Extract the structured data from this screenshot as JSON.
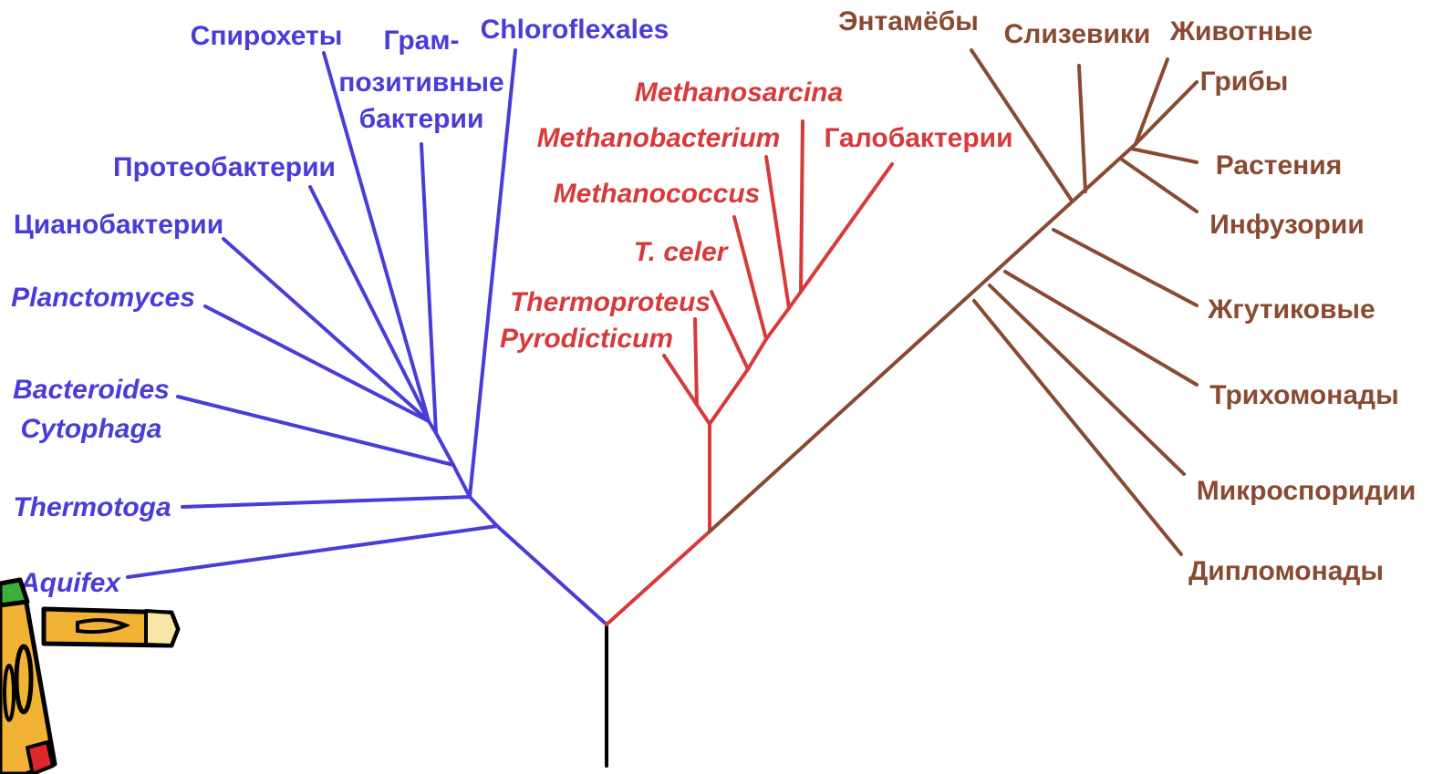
{
  "colors": {
    "bacteria": "#4a3cd8",
    "archaea": "#d83a3a",
    "eukaryota": "#8a4a32",
    "root": "#000000"
  },
  "bacteria": {
    "spirochetes": "Спирохеты",
    "gram_positive_1": "Грам-",
    "gram_positive_2": "позитивные",
    "gram_positive_3": "бактерии",
    "chloroflexales": "Chloroflexales",
    "proteobacteria": "Протеобактерии",
    "cyanobacteria": "Цианобактерии",
    "planctomyces": "Planctomyces",
    "bacteroides": "Bacteroides",
    "cytophaga": "Cytophaga",
    "thermotoga": "Thermotoga",
    "aquifex": "Aquifex"
  },
  "archaea": {
    "methanosarcina": "Methanosarcina",
    "methanobacterium": "Methanobacterium",
    "halobacteria": "Галобактерии",
    "methanococcus": "Methanococcus",
    "t_celer": "T. celer",
    "thermoproteus": "Thermoproteus",
    "pyrodicticum": "Pyrodicticum"
  },
  "eukaryota": {
    "entamoebae": "Энтамёбы",
    "slime_molds": "Слизевики",
    "animals": "Животные",
    "fungi": "Грибы",
    "plants": "Растения",
    "ciliates": "Инфузории",
    "flagellates": "Жгутиковые",
    "trichomonads": "Трихомонады",
    "microsporidia": "Микроспоридии",
    "diplomonads": "Дипломонады"
  },
  "decoration": {
    "icon": "pencil-clipart-icon"
  }
}
